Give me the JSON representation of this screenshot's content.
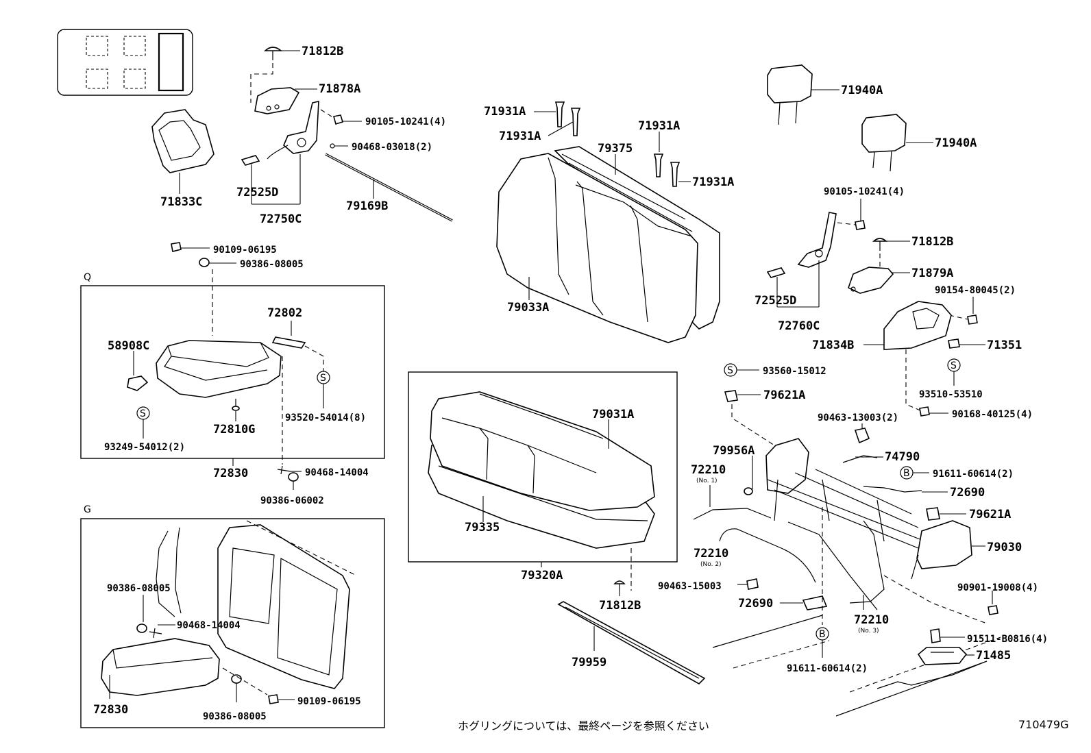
{
  "sections": {
    "q": "Q",
    "g": "G"
  },
  "circle_marks": {
    "s": "S",
    "b": "B"
  },
  "parts": {
    "p71812B_top": "71812B",
    "p71878A": "71878A",
    "p90105_top": "90105-10241(4)",
    "p90468_03018": "90468-03018(2)",
    "p72525D_top": "72525D",
    "p72750C": "72750C",
    "p79169B": "79169B",
    "p71833C": "71833C",
    "p90109_top": "90109-06195",
    "p90386_top": "90386-08005",
    "p72802": "72802",
    "p58908C": "58908C",
    "p72810G": "72810G",
    "p93520": "93520-54014(8)",
    "p93249": "93249-54012(2)",
    "p72830_q": "72830",
    "p90468_14004_q": "90468-14004",
    "p90386_06002": "90386-06002",
    "p71931A_1": "71931A",
    "p71931A_2": "71931A",
    "p71931A_3": "71931A",
    "p71931A_4": "71931A",
    "p79375": "79375",
    "p79033A": "79033A",
    "p71940A_1": "71940A",
    "p71940A_2": "71940A",
    "p90105_right": "90105-10241(4)",
    "p71812B_right": "71812B",
    "p71879A": "71879A",
    "p90154": "90154-80045(2)",
    "p72525D_right": "72525D",
    "p72760C": "72760C",
    "p71834B": "71834B",
    "p71351": "71351",
    "p93560": "93560-15012",
    "p93510": "93510-53510",
    "p79621A_1": "79621A",
    "p90463_13003": "90463-13003(2)",
    "p90168": "90168-40125(4)",
    "p79956A": "79956A",
    "p74790": "74790",
    "p72210_1": "72210",
    "p72210_1_note": "(No. 1)",
    "p91611_top": "91611-60614(2)",
    "p72690_right": "72690",
    "p79621A_2": "79621A",
    "p79030": "79030",
    "p72210_2": "72210",
    "p72210_2_note": "(No. 2)",
    "p90463_15003": "90463-15003",
    "p72690_bottom": "72690",
    "p72210_3": "72210",
    "p72210_3_note": "(No. 3)",
    "p90901": "90901-19008(4)",
    "p91511": "91511-B0816(4)",
    "p71485": "71485",
    "p91611_bottom": "91611-60614(2)",
    "p79031A": "79031A",
    "p79335": "79335",
    "p79320A": "79320A",
    "p71812B_bottom": "71812B",
    "p79959": "79959",
    "p90386_g1": "90386-08005",
    "p90468_14004_g": "90468-14004",
    "p72830_g": "72830",
    "p90386_g2": "90386-08005",
    "p90109_g": "90109-06195"
  },
  "footer": {
    "note": "ホグリングについては、最終ページを参照ください",
    "code": "710479G"
  }
}
